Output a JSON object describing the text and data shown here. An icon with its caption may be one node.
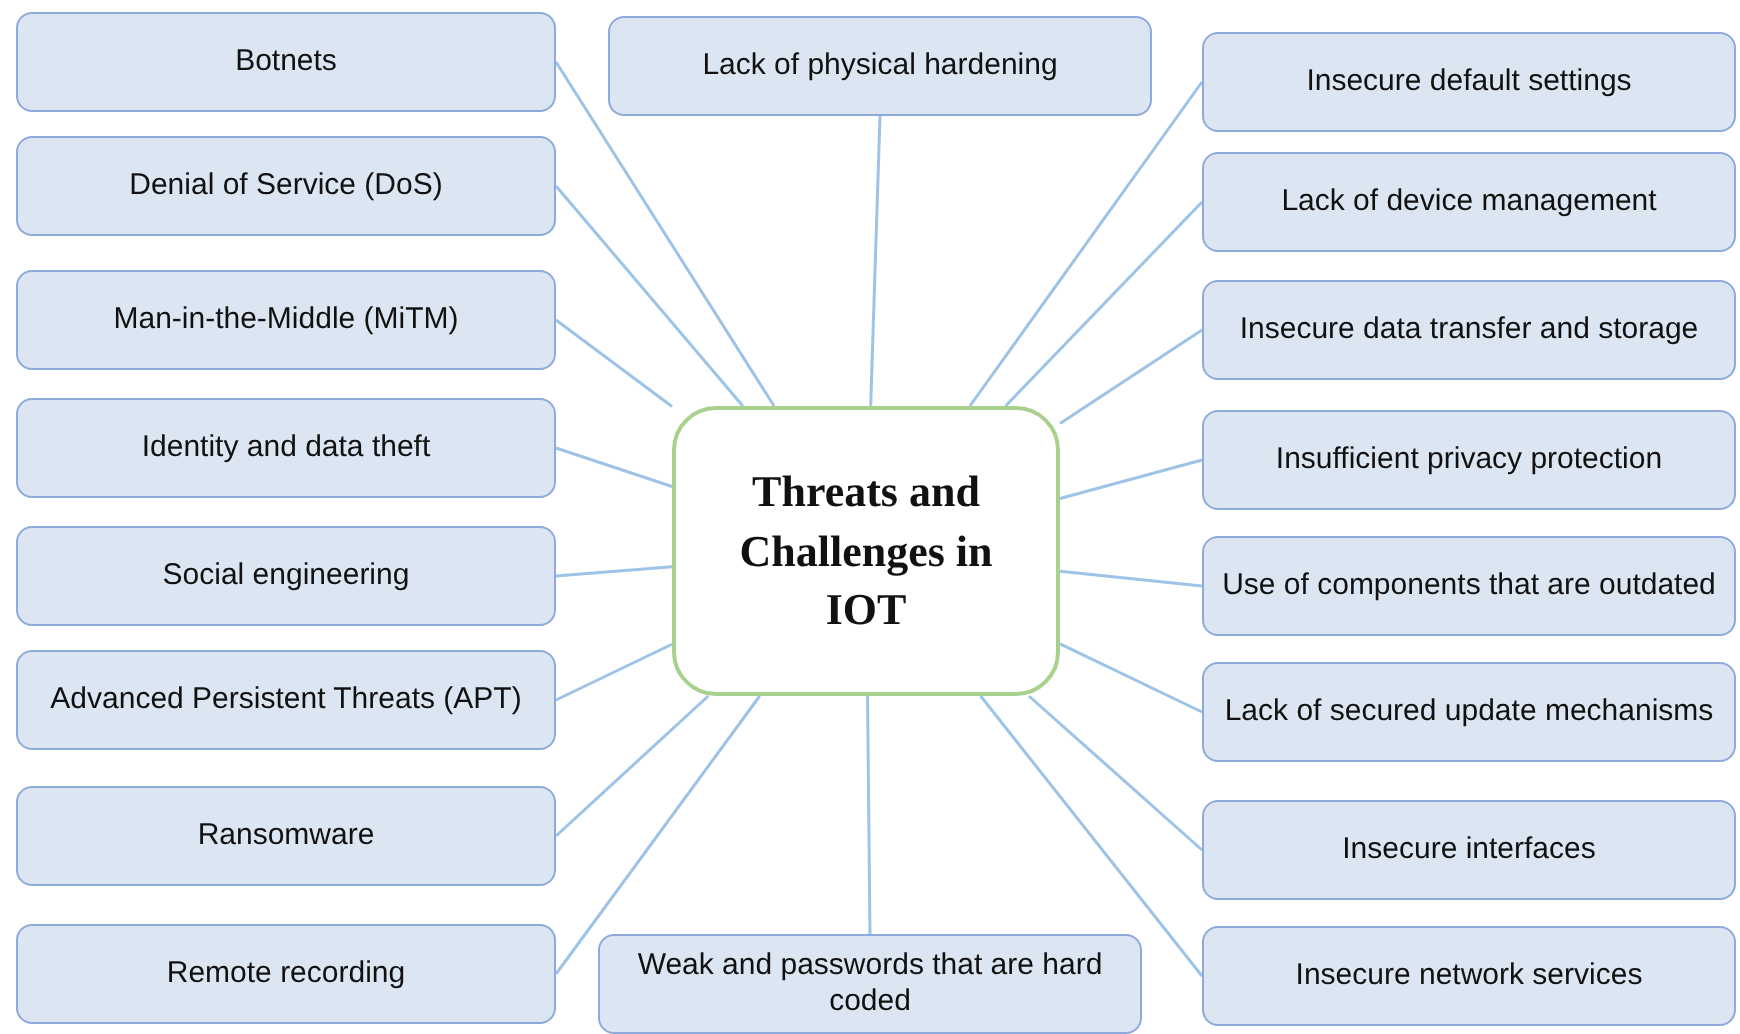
{
  "diagram": {
    "nodes": [
      {
        "text": [
          "Threats and Challenges in IOT"
        ]
      },
      {
        "text": [
          "Botnets"
        ]
      },
      {
        "text": [
          "Denial of Service (DoS)"
        ]
      },
      {
        "text": [
          "Man-in-the-Middle (MiTM)"
        ]
      },
      {
        "text": [
          "Identity and data theft"
        ]
      },
      {
        "text": [
          "Social engineering"
        ]
      },
      {
        "text": [
          "Advanced Persistent Threats (APT)"
        ]
      },
      {
        "text": [
          "Ransomware"
        ]
      },
      {
        "text": [
          "Remote recording"
        ]
      },
      {
        "text": [
          "Lack of physical hardening"
        ]
      },
      {
        "text": [
          "Insecure default settings"
        ]
      },
      {
        "text": [
          "Lack of device management"
        ]
      },
      {
        "text": [
          "Insecure data transfer and storage"
        ]
      },
      {
        "text": [
          "Insufficient privacy protection"
        ]
      },
      {
        "text": [
          "Use of components that are outdated"
        ]
      },
      {
        "text": [
          "Lack of secured update mechanisms"
        ]
      },
      {
        "text": [
          "Insecure interfaces"
        ]
      },
      {
        "text": [
          "Insecure network services"
        ]
      },
      {
        "text": [
          "Weak and passwords that are hard coded"
        ]
      }
    ],
    "edges": [
      {
        "from": 0,
        "to": 1,
        "arrow": "none"
      },
      {
        "from": 0,
        "to": 2,
        "arrow": "none"
      },
      {
        "from": 0,
        "to": 3,
        "arrow": "none"
      },
      {
        "from": 0,
        "to": 4,
        "arrow": "none"
      },
      {
        "from": 0,
        "to": 5,
        "arrow": "none"
      },
      {
        "from": 0,
        "to": 6,
        "arrow": "none"
      },
      {
        "from": 0,
        "to": 7,
        "arrow": "none"
      },
      {
        "from": 0,
        "to": 8,
        "arrow": "none"
      },
      {
        "from": 0,
        "to": 9,
        "arrow": "none"
      },
      {
        "from": 0,
        "to": 10,
        "arrow": "none"
      },
      {
        "from": 0,
        "to": 11,
        "arrow": "none"
      },
      {
        "from": 0,
        "to": 12,
        "arrow": "none"
      },
      {
        "from": 0,
        "to": 13,
        "arrow": "none"
      },
      {
        "from": 0,
        "to": 14,
        "arrow": "none"
      },
      {
        "from": 0,
        "to": 15,
        "arrow": "none"
      },
      {
        "from": 0,
        "to": 16,
        "arrow": "none"
      },
      {
        "from": 0,
        "to": 17,
        "arrow": "none"
      },
      {
        "from": 0,
        "to": 18,
        "arrow": "none"
      }
    ]
  }
}
